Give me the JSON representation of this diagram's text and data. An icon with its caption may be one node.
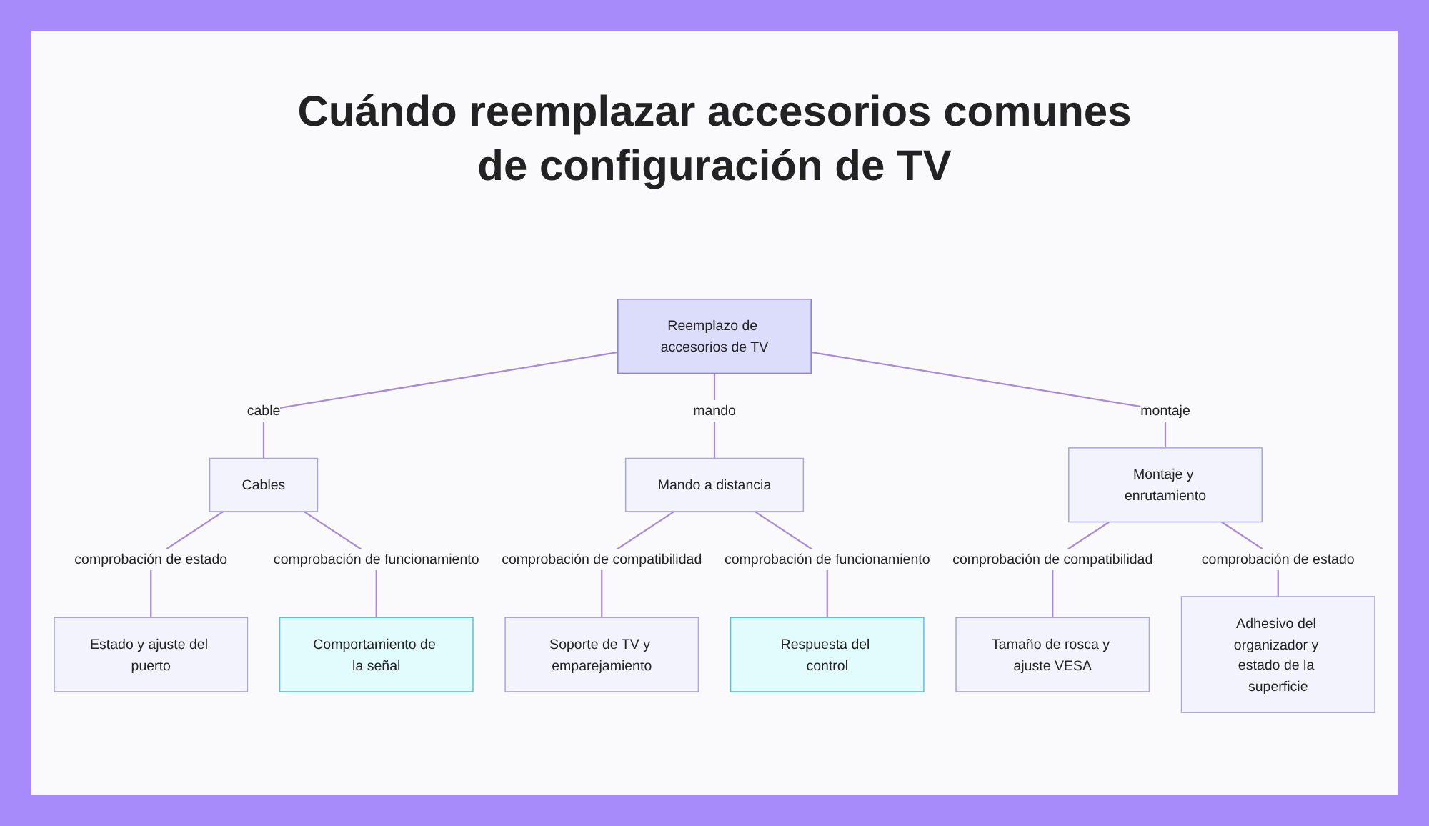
{
  "diagram": {
    "title": "Cuándo reemplazar accesorios comunes de configuración de TV",
    "nodes": [
      {
        "text": [
          "Reemplazo de accesorios de TV"
        ]
      },
      {
        "text": [
          "Cables"
        ]
      },
      {
        "text": [
          "Mando a distancia"
        ]
      },
      {
        "text": [
          "Montaje y enrutamiento"
        ]
      },
      {
        "text": [
          "Estado y ajuste del puerto"
        ]
      },
      {
        "text": [
          "Comportamiento de la señal"
        ]
      },
      {
        "text": [
          "Soporte de TV y emparejamiento"
        ]
      },
      {
        "text": [
          "Respuesta del control"
        ]
      },
      {
        "text": [
          "Tamaño de rosca y ajuste VESA"
        ]
      },
      {
        "text": [
          "Adhesivo del organizador y estado de la superficie"
        ]
      }
    ],
    "edges": [
      {
        "from": 0,
        "to": 1,
        "arrow": "none",
        "label": "cable"
      },
      {
        "from": 0,
        "to": 2,
        "arrow": "none",
        "label": "mando"
      },
      {
        "from": 0,
        "to": 3,
        "arrow": "none",
        "label": "montaje"
      },
      {
        "from": 1,
        "to": 4,
        "arrow": "none",
        "label": "comprobación de estado"
      },
      {
        "from": 1,
        "to": 5,
        "arrow": "none",
        "label": "comprobación de funcionamiento"
      },
      {
        "from": 2,
        "to": 6,
        "arrow": "none",
        "label": "comprobación de compatibilidad"
      },
      {
        "from": 2,
        "to": 7,
        "arrow": "none",
        "label": "comprobación de funcionamiento"
      },
      {
        "from": 3,
        "to": 8,
        "arrow": "none",
        "label": "comprobación de compatibilidad"
      },
      {
        "from": 3,
        "to": 9,
        "arrow": "none",
        "label": "comprobación de estado"
      }
    ]
  }
}
